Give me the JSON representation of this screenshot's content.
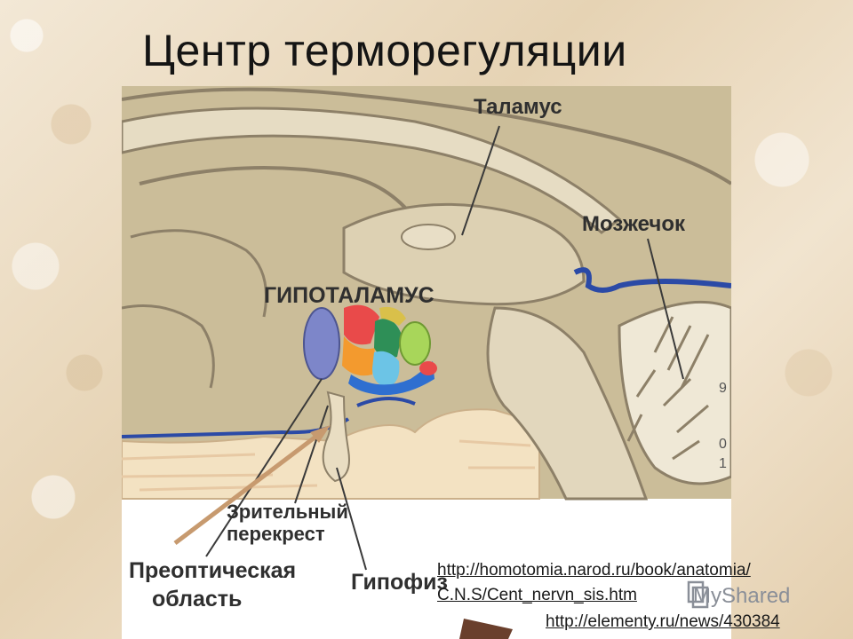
{
  "slide": {
    "title": "Центр терморегуляции"
  },
  "diagram": {
    "labels": {
      "thalamus": "Таламус",
      "cerebellum": "Мозжечок",
      "hypothalamus": "ГИПОТАЛАМУС",
      "optic_chiasm_line1": "Зрительный",
      "optic_chiasm_line2": "перекрест",
      "preoptic_line1": "Преоптическая",
      "preoptic_line2": "область",
      "pituitary": "Гипофиз"
    },
    "nucleus_colors": [
      "#7d86c9",
      "#e94a4a",
      "#f39a2e",
      "#2e8f57",
      "#6cc4e6",
      "#a8d65a",
      "#2f6fd0",
      "#d9c04a"
    ]
  },
  "sources": {
    "link1_line1": "http://homotomia.narod.ru/book/anatomia/",
    "link1_line2": "C.N.S/Cent_nervn_sis.htm",
    "link2": "http://elementy.ru/news/430384"
  },
  "watermark": {
    "text": "MyShared"
  }
}
